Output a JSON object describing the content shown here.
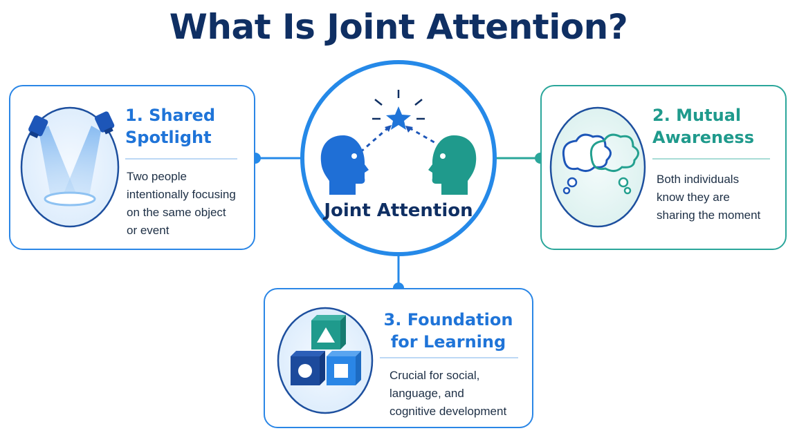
{
  "title": "What Is Joint Attention?",
  "center": {
    "label": "Joint Attention"
  },
  "cards": [
    {
      "heading": "1. Shared\nSpotlight",
      "description": "Two people\nintentionally focusing\non the same object\nor event",
      "icon": "spotlight-icon",
      "color": "#1f74d8"
    },
    {
      "heading": "2. Mutual\nAwareness",
      "description": "Both individuals\nknow they are\nsharing the moment",
      "icon": "thought-bubbles-icon",
      "color": "#1f9a8c"
    },
    {
      "heading": "3. Foundation\nfor Learning",
      "description": "Crucial for social,\nlanguage, and\ncognitive development",
      "icon": "building-blocks-icon",
      "color": "#1f74d8"
    }
  ],
  "colors": {
    "title": "#0f2f63",
    "blue": "#2589e8",
    "teal": "#2aa69a",
    "dark_blue": "#0f2f63"
  }
}
